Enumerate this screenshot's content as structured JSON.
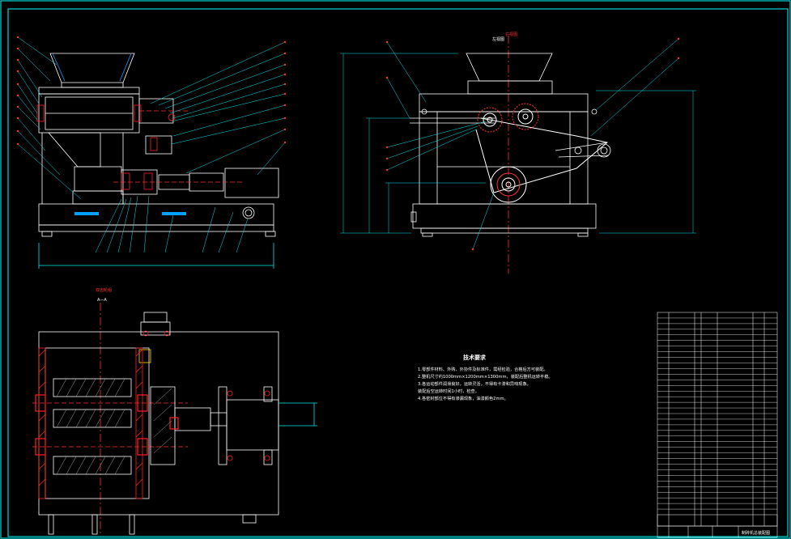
{
  "views": {
    "side_view_title": "右视图",
    "side_view_label": "左视图",
    "section_view_title": "双齿轮组",
    "section_view_label": "A—A"
  },
  "technical_requirements": {
    "title": "技术要求",
    "lines": [
      "1.零部件材料、外购、外协件及标准件，需经检验，合格后方可装配。",
      "2.整机尺寸约1000mm×1200mm×1300mm，装配后整机运转平稳。",
      "3.各运动部件润滑良好，运转灵活，不得有卡滞和异响现象。",
      "  装配后空运转时间1小时，检查。",
      "4.各密封部位不得有渗漏现象，油漆颜色2mm。"
    ]
  },
  "title_block": {
    "drawing_title": "制砖机总装配图"
  },
  "colors": {
    "background": "#000000",
    "frame": "#00ffff",
    "outline": "#ffffff",
    "center_line": "#ff3030",
    "part_highlight": "#ff2020",
    "dimension": "#00e5ee",
    "leader": "#00e5ee",
    "hatch": "#ff2020",
    "accent_blue": "#00a0ff"
  }
}
